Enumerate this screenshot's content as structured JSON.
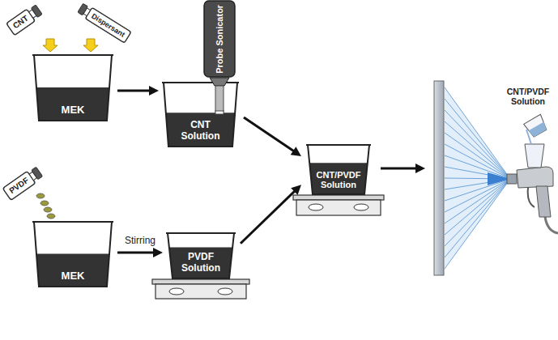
{
  "diagram": {
    "nodes": [
      {
        "text": [
          "CNT"
        ]
      },
      {
        "text": [
          "Dispersant"
        ]
      },
      {
        "text": [
          "MEK"
        ]
      },
      {
        "text": [
          "Probe Sonicator"
        ]
      },
      {
        "text": [
          "CNT Solution"
        ]
      },
      {
        "text": [
          "PVDF"
        ]
      },
      {
        "text": [
          "MEK"
        ]
      },
      {
        "text": [
          "PVDF Solution"
        ]
      },
      {
        "text": [
          "CNT/PVDF Solution"
        ]
      }
    ],
    "edges": [
      {
        "from": 0,
        "to": 2,
        "arrow": "to"
      },
      {
        "from": 1,
        "to": 2,
        "arrow": "to"
      },
      {
        "from": 2,
        "to": 4,
        "arrow": "to"
      },
      {
        "from": 6,
        "to": 7,
        "label": "Stirring",
        "arrow": "to"
      },
      {
        "from": 4,
        "to": 8,
        "arrow": "to"
      },
      {
        "from": 7,
        "to": 8,
        "arrow": "to"
      }
    ],
    "labels": [
      "CNT/PVDF Solution"
    ]
  }
}
